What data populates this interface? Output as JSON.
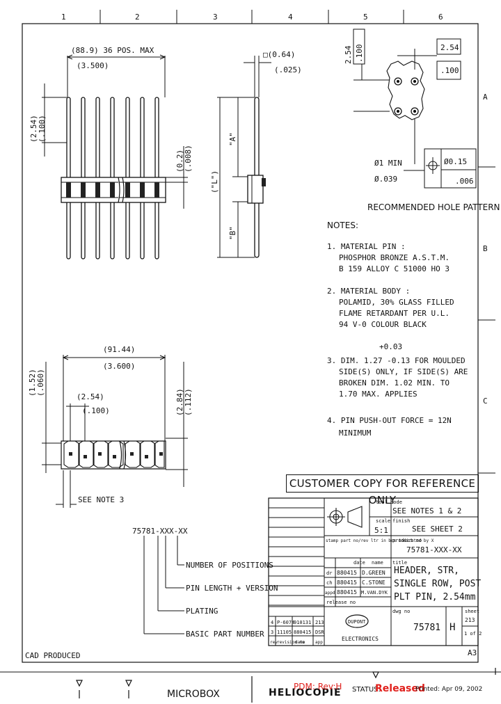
{
  "grid": {
    "columns": [
      "1",
      "2",
      "3",
      "4",
      "5",
      "6"
    ],
    "rows": [
      "A",
      "B",
      "C"
    ],
    "sheet_size": "A3"
  },
  "front_view": {
    "overall_mm": "(88.9) 36 POS. MAX",
    "overall_in": "(3.500)",
    "pitch_mm": "(2.54)",
    "pitch_in": "(.100)",
    "offset_mm": "(0.2)",
    "offset_in": "(.008)"
  },
  "side_view": {
    "pin_size_mm": "□(0.64)",
    "pin_size_in": "(.025)",
    "dim_a": "\"A\"",
    "dim_l": "(\"L\")",
    "dim_b": "\"B\""
  },
  "top_view": {
    "length_mm": "(91.44)",
    "length_in": "(3.600)",
    "pitch_mm": "(2.54)",
    "pitch_in": "(.100)",
    "width_mm": "(1.52)",
    "width_in": "(.060)",
    "depth_mm": "(2.84)",
    "depth_in": "(.112)",
    "see_note": "SEE NOTE 3"
  },
  "hole_pattern": {
    "pitch_v_mm": "2.54",
    "pitch_v_in": ".100",
    "pitch_h_mm": "2.54",
    "pitch_h_in": ".100",
    "hole_min": "Ø1 MIN",
    "hole_in": "Ø.039",
    "tol_mm": "Ø0.15",
    "tol_in": ".006",
    "title": "RECOMMENDED HOLE PATTERN"
  },
  "notes": {
    "heading": "NOTES:",
    "n1": [
      "1. MATERIAL PIN :",
      "PHOSPHOR BRONZE A.S.T.M.",
      "B 159 ALLOY C 51000 HO 3"
    ],
    "n2": [
      "2. MATERIAL BODY :",
      "POLAMID, 30% GLASS FILLED",
      "FLAME RETARDANT PER U.L.",
      "94 V-0 COLOUR BLACK"
    ],
    "n3_tol": "+0.03",
    "n3": [
      "3. DIM. 1.27 -0.13 FOR MOULDED",
      "SIDE(S) ONLY, IF SIDE(S) ARE",
      "BROKEN DIM. 1.02 MIN. TO",
      "1.70 MAX. APPLIES"
    ],
    "n4": [
      "4. PIN PUSH-OUT FORCE = 12N",
      "MINIMUM"
    ]
  },
  "part_number": {
    "code": "75781-XXX-XX",
    "fields": [
      "NUMBER OF POSITIONS",
      "PIN LENGTH + VERSION",
      "PLATING",
      "BASIC PART NUMBER"
    ]
  },
  "banner": "CUSTOMER COPY FOR REFERENCE ONLY",
  "title_block": {
    "tool_code_label": "tool code",
    "tool_code": "SEE NOTES 1 & 2",
    "scale_label": "scale",
    "scale": "5:1",
    "finish_label": "finish",
    "finish": "SEE SHEET 2",
    "stamp_note": "stamp part no/rev ltr in box indicated by X",
    "product_label": "product no",
    "product_no": "75781-XXX-XX",
    "date_label": "date",
    "name_label": "name",
    "sign_rows": [
      {
        "label": "dr",
        "date": "880415",
        "name": "D.GREEN"
      },
      {
        "label": "ch",
        "date": "880415",
        "name": "C.STONE"
      },
      {
        "label": "appd",
        "date": "880415",
        "name": "M.VAN.DYK"
      },
      {
        "label": "release no",
        "date": "",
        "name": ""
      }
    ],
    "title_label": "title",
    "title_lines": [
      "HEADER, STR,",
      "SINGLE ROW, POST",
      "PLT PIN,  2.54mm"
    ],
    "dwg_label": "dwg no",
    "dwg_no": "75781",
    "rev": "H",
    "sheet_label": "sheet",
    "sheet_code": "213",
    "sheet_of": "1 of 2",
    "company": "DUPONT",
    "company_sub": "ELECTRONICS",
    "revisions": [
      {
        "ltr": "4",
        "ecn": "P-6074",
        "date": "910131",
        "by": "213"
      },
      {
        "ltr": "3",
        "ecn": "11105",
        "date": "880415",
        "by": "DSR"
      }
    ],
    "rev_header": [
      "rev",
      "revision no",
      "date",
      "app"
    ]
  },
  "cad_produced": "CAD PRODUCED",
  "footer": {
    "microbox": "MICROBOX",
    "heliocopie": "HELIOCOPIE",
    "pdm": "PDM: Rev:H",
    "status_label": "STATUS:",
    "status": "Released",
    "printed": "Printed: Apr 09, 2002",
    "pdm_color": "#e0201c"
  }
}
